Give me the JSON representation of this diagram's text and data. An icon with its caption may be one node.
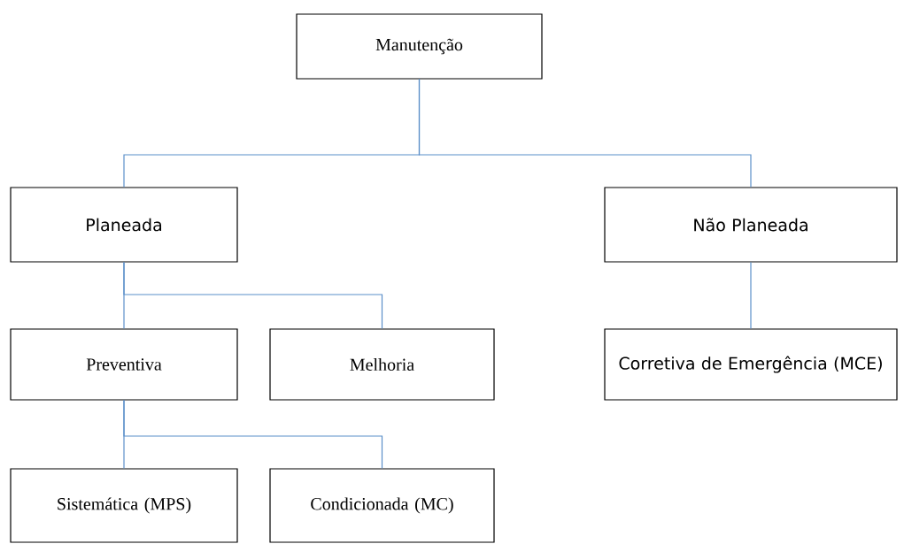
{
  "diagram": {
    "nodes": [
      {
        "text": [
          "Manutenção"
        ]
      },
      {
        "text": [
          "Planeada"
        ]
      },
      {
        "text": [
          "Não Planeada"
        ]
      },
      {
        "text": [
          "Preventiva"
        ]
      },
      {
        "text": [
          "Melhoria"
        ]
      },
      {
        "text": [
          "Corretiva de Emergência (MCE)"
        ]
      },
      {
        "text": [
          "Sistemática (MPS)"
        ]
      },
      {
        "text": [
          "Condicionada (MC)"
        ]
      }
    ],
    "edges": [
      {
        "from": 0,
        "to": 1,
        "arrow": "none"
      },
      {
        "from": 0,
        "to": 2,
        "arrow": "none"
      },
      {
        "from": 1,
        "to": 3,
        "arrow": "none"
      },
      {
        "from": 1,
        "to": 4,
        "arrow": "none"
      },
      {
        "from": 2,
        "to": 5,
        "arrow": "none"
      },
      {
        "from": 3,
        "to": 6,
        "arrow": "none"
      },
      {
        "from": 3,
        "to": 7,
        "arrow": "none"
      }
    ]
  }
}
